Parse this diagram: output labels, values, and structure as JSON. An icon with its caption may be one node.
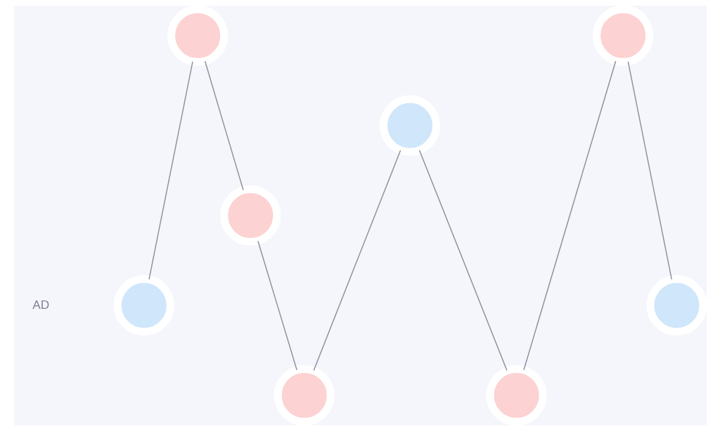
{
  "diagram": {
    "nodes": [
      {
        "text": [],
        "shape": "circle"
      },
      {
        "text": [],
        "shape": "circle"
      },
      {
        "text": [],
        "shape": "circle"
      },
      {
        "text": [],
        "shape": "circle"
      },
      {
        "text": [],
        "shape": "circle"
      },
      {
        "text": [],
        "shape": "circle"
      },
      {
        "text": [],
        "shape": "circle"
      },
      {
        "text": [],
        "shape": "circle"
      }
    ],
    "edges": [
      {
        "from": 1,
        "to": 0,
        "arrow": "none"
      },
      {
        "from": 1,
        "to": 2,
        "arrow": "none"
      },
      {
        "from": 2,
        "to": 3,
        "arrow": "none"
      },
      {
        "from": 4,
        "to": 3,
        "arrow": "none"
      },
      {
        "from": 4,
        "to": 5,
        "arrow": "none"
      },
      {
        "from": 6,
        "to": 5,
        "arrow": "none"
      },
      {
        "from": 6,
        "to": 7,
        "arrow": "none"
      }
    ],
    "labels": [
      "AD"
    ]
  }
}
